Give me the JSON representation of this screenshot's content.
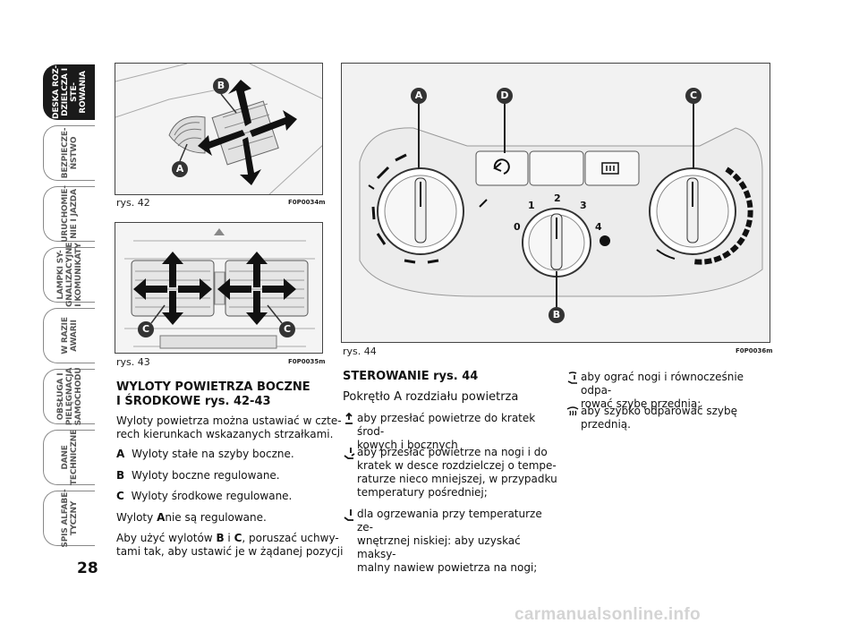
{
  "page_number": "28",
  "tabs": [
    {
      "label": "DESKA ROZ-\nDZIELCZA I STE-\nROWANIA",
      "active": true
    },
    {
      "label": "BEZPIECZE-\nŃSTWO",
      "active": false
    },
    {
      "label": "URUCHOMIE-\nNIE I JAZDA",
      "active": false
    },
    {
      "label": "LAMPKI SY-\nGNALIZACYJNE\nI KOMUNIKATY",
      "active": false
    },
    {
      "label": "W RAZIE\nAWARII",
      "active": false
    },
    {
      "label": "OBSŁUGA I\nPIELĘGNACJA\nSAMOCHODU",
      "active": false
    },
    {
      "label": "DANE\nTECHNICZNE",
      "active": false
    },
    {
      "label": "SPIS ALFABE-\nTYCZNY",
      "active": false
    }
  ],
  "figures": {
    "rys42": {
      "caption": "rys. 42",
      "code": "F0P0034m",
      "labels": {
        "a": "A",
        "b": "B"
      }
    },
    "rys43": {
      "caption": "rys. 43",
      "code": "F0P0035m",
      "labels": {
        "c": "C"
      }
    },
    "rys44": {
      "caption": "rys. 44",
      "code": "F0P0036m",
      "labels": {
        "a": "A",
        "b": "B",
        "c": "C",
        "d": "D"
      },
      "fan_scale": [
        "0",
        "1",
        "2",
        "3",
        "4"
      ]
    }
  },
  "left_column": {
    "heading_line1": "WYLOTY POWIETRZA BOCZNE",
    "heading_line2": "I ŚRODKOWE rys. 42-43",
    "intro_line1": "Wyloty powietrza można ustawiać w czte-",
    "intro_line2": "rech kierunkach wskazanych strzałkami.",
    "items": [
      {
        "letter": "A",
        "text": "Wyloty stałe na szyby boczne."
      },
      {
        "letter": "B",
        "text": "Wyloty boczne regulowane."
      },
      {
        "letter": "C",
        "text": "Wyloty środkowe regulowane."
      }
    ],
    "note_prefix": "Wyloty ",
    "note_letter": "A",
    "note_suffix": "nie są regulowane.",
    "last_line1_prefix": "Aby użyć wylotów ",
    "last_b": "B",
    "last_i": " i ",
    "last_c": "C",
    "last_line1_suffix": ", poruszać uchwy-",
    "last_line2": "tami tak, aby ustawić je w żądanej pozycji"
  },
  "middle_column": {
    "heading": "STEROWANIE rys. 44",
    "subheading": "Pokrętło A rozdziału powietrza",
    "items": [
      {
        "icon": "face-vent-icon",
        "lines": [
          "aby przesłać powietrze do kratek środ-",
          "kowych i bocznych"
        ]
      },
      {
        "icon": "face-feet-icon",
        "lines": [
          "aby przesłać powietrze na nogi i do",
          "kratek w desce rozdzielczej o tempe-",
          "raturze nieco mniejszej, w przypadku",
          "temperatury pośredniej;"
        ]
      },
      {
        "icon": "feet-icon",
        "lines": [
          "dla ogrzewania przy temperaturze ze-",
          "wnętrznej niskiej: aby uzyskać maksy-",
          "malny nawiew powietrza na nogi;"
        ]
      }
    ]
  },
  "right_column": {
    "items": [
      {
        "icon": "feet-windscreen-icon",
        "lines": [
          "aby ograć nogi i równocześnie odpa-",
          "rować szybę przednią;"
        ]
      },
      {
        "icon": "defrost-icon",
        "lines": [
          "aby szybko odparować szybę przednią."
        ]
      }
    ]
  },
  "watermark": "carmanualsonline.info"
}
